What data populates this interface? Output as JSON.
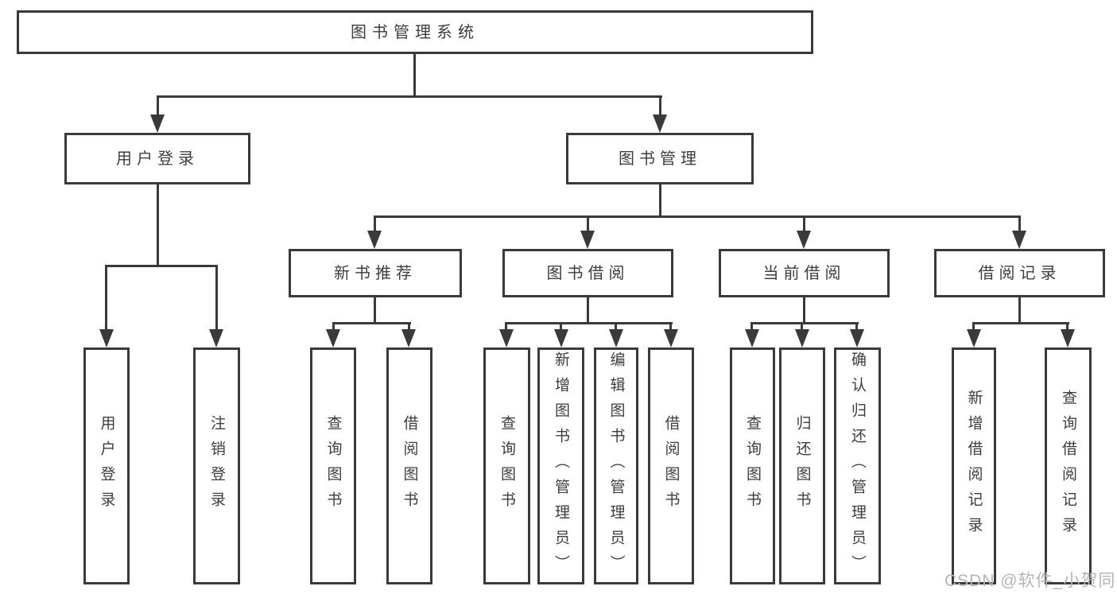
{
  "tree": {
    "root": {
      "label": "图书管理系统",
      "children": [
        {
          "label": "用户登录",
          "children": [
            {
              "label": "用户登录"
            },
            {
              "label": "注销登录"
            }
          ]
        },
        {
          "label": "图书管理",
          "children": [
            {
              "label": "新书推荐",
              "children": [
                {
                  "label": "查询图书"
                },
                {
                  "label": "借阅图书"
                }
              ]
            },
            {
              "label": "图书借阅",
              "children": [
                {
                  "label": "查询图书"
                },
                {
                  "label": "新增图书（管理员）"
                },
                {
                  "label": "编辑图书（管理员）"
                },
                {
                  "label": "借阅图书"
                }
              ]
            },
            {
              "label": "当前借阅",
              "children": [
                {
                  "label": "查询图书"
                },
                {
                  "label": "归还图书"
                },
                {
                  "label": "确认归还（管理员）"
                }
              ]
            },
            {
              "label": "借阅记录",
              "children": [
                {
                  "label": "新增借阅记录"
                },
                {
                  "label": "查询借阅记录"
                }
              ]
            }
          ]
        }
      ]
    }
  },
  "watermark": {
    "text": "CSDN @软件_小贺同学"
  },
  "colors": {
    "line": "#3a3a3a",
    "box_border": "#3a3a3a",
    "text": "#3d3d3d",
    "watermark": "#b5b5b5",
    "background": "#ffffff"
  }
}
